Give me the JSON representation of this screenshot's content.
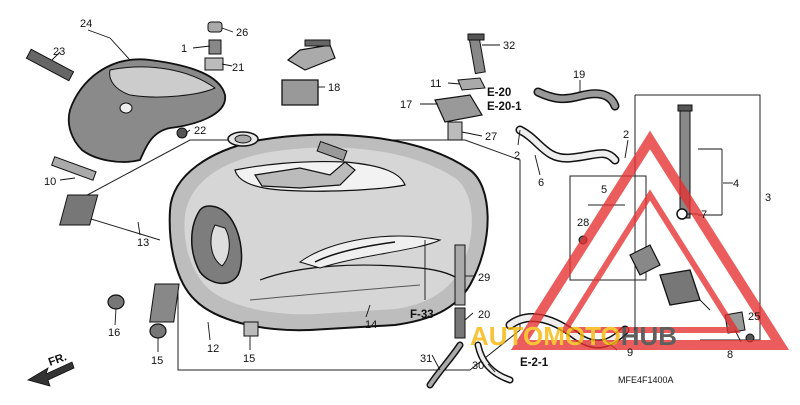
{
  "callouts": {
    "c1": "1",
    "c2a": "2",
    "c2b": "2",
    "c3": "3",
    "c4": "4",
    "c5": "5",
    "c6": "6",
    "c7": "7",
    "c8": "8",
    "c9": "9",
    "c10": "10",
    "c11": "11",
    "c12": "12",
    "c13": "13",
    "c14": "14",
    "c15a": "15",
    "c15b": "15",
    "c16": "16",
    "c17": "17",
    "c18": "18",
    "c19": "19",
    "c20": "20",
    "c21": "21",
    "c22": "22",
    "c23": "23",
    "c24": "24",
    "c25": "25",
    "c26": "26",
    "c27": "27",
    "c28": "28",
    "c29": "29",
    "c30": "30",
    "c31": "31",
    "c32": "32"
  },
  "refs": {
    "e20": "E-20",
    "e201a": "E-20-1",
    "e201b": "E-2-1",
    "f33": "F-33"
  },
  "front_label": "FR.",
  "diagram_code": "MFE4F1400A",
  "watermark": {
    "part1": "AUTO",
    "part2": "MOTO",
    "part3": "HUB",
    "color_a": "#f5b400",
    "color_b": "#333333",
    "triangle_color": "#e63030"
  }
}
